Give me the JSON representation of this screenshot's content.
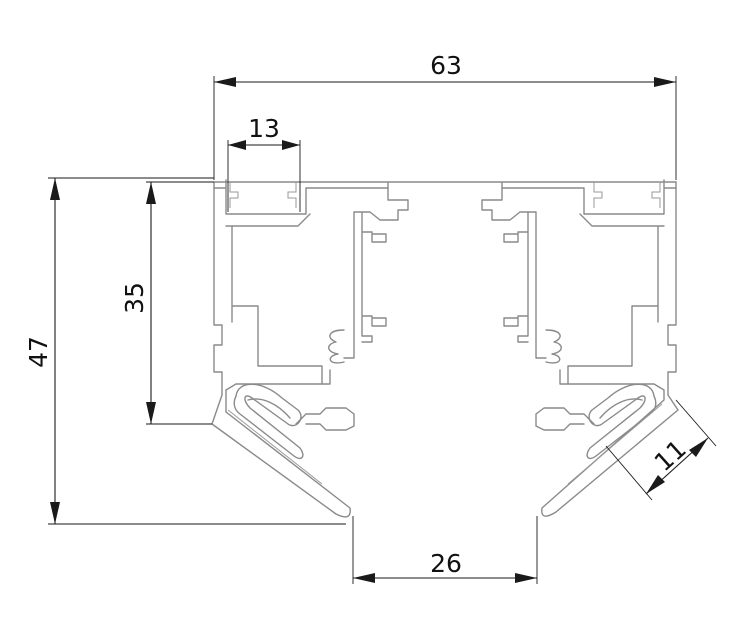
{
  "dimensions": {
    "overall_width": "63",
    "slot_width": "13",
    "inner_height": "35",
    "overall_height": "47",
    "opening_width": "26",
    "lens_depth": "11"
  },
  "colors": {
    "profile_stroke": "#8a8a8a",
    "dimension_stroke": "#1a1a1a",
    "background": "#ffffff"
  }
}
